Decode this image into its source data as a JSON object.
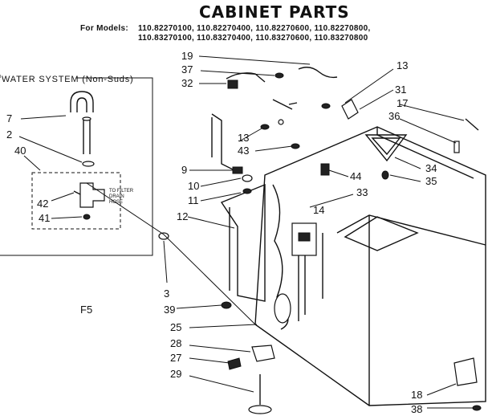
{
  "title": "CABINET PARTS",
  "models": {
    "prefix": "For Models:",
    "line1": "110.82270100, 110.82270400, 110.82270600, 110.82270800,",
    "line2": "110.83270100, 110.83270400, 110.83270600, 110.83270800"
  },
  "water_system": {
    "label": "WATER SYSTEM (Non-Suds)",
    "filter_note": [
      "TO FILTER",
      "DRAIN",
      "HOSE"
    ]
  },
  "figure_code": "F5",
  "callouts": [
    "19",
    "37",
    "32",
    "13",
    "31",
    "17",
    "36",
    "7",
    "2",
    "40",
    "42",
    "41",
    "9",
    "10",
    "11",
    "12",
    "13",
    "43",
    "44",
    "33",
    "14",
    "34",
    "35",
    "3",
    "39",
    "25",
    "28",
    "27",
    "29",
    "18",
    "38"
  ]
}
